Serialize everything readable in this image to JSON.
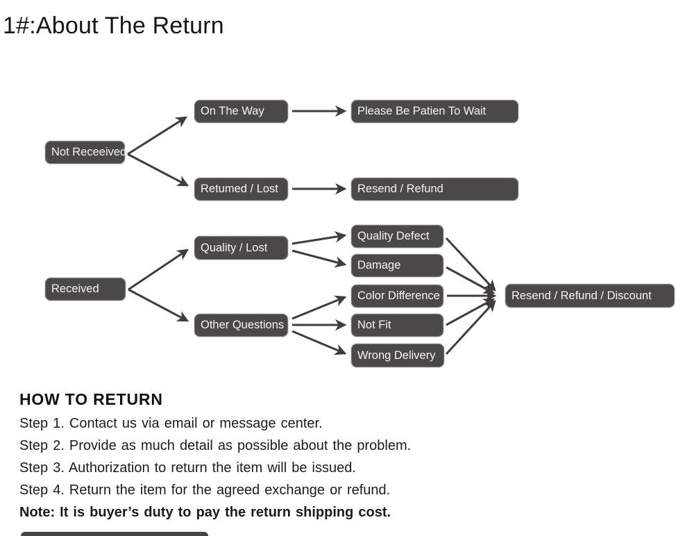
{
  "page": {
    "title": "1#:About The Return"
  },
  "flowchart": {
    "box_fill": "#4a4848",
    "box_border": "#7b7979",
    "box_text_color": "#f5f3f3",
    "arrow_color": "#3e3c3c",
    "nodes": {
      "not_received": {
        "label": "Not Receeived"
      },
      "on_the_way": {
        "label": "On The Way"
      },
      "please_wait": {
        "label": "Please Be Patien To Wait"
      },
      "returned_lost": {
        "label": "Retumed / Lost"
      },
      "resend_refund": {
        "label": "Resend / Refund"
      },
      "quality_lost": {
        "label": "Quality / Lost"
      },
      "received": {
        "label": "Received"
      },
      "other_questions": {
        "label": "Other Questions"
      },
      "quality_defect": {
        "label": "Quality Defect"
      },
      "damage": {
        "label": "Damage"
      },
      "color_difference": {
        "label": "Color Difference"
      },
      "not_fit": {
        "label": "Not Fit"
      },
      "wrong_delivery": {
        "label": "Wrong Delivery"
      },
      "resend_refund_discount": {
        "label": "Resend / Refund / Discount"
      }
    },
    "edges": [
      {
        "from": "not_received",
        "to": "on_the_way"
      },
      {
        "from": "not_received",
        "to": "returned_lost"
      },
      {
        "from": "on_the_way",
        "to": "please_wait"
      },
      {
        "from": "returned_lost",
        "to": "resend_refund"
      },
      {
        "from": "received",
        "to": "quality_lost"
      },
      {
        "from": "received",
        "to": "other_questions"
      },
      {
        "from": "quality_lost",
        "to": "quality_defect"
      },
      {
        "from": "quality_lost",
        "to": "damage"
      },
      {
        "from": "other_questions",
        "to": "color_difference"
      },
      {
        "from": "other_questions",
        "to": "not_fit"
      },
      {
        "from": "other_questions",
        "to": "wrong_delivery"
      },
      {
        "from": "quality_defect",
        "to": "resend_refund_discount"
      },
      {
        "from": "damage",
        "to": "resend_refund_discount"
      },
      {
        "from": "color_difference",
        "to": "resend_refund_discount"
      },
      {
        "from": "not_fit",
        "to": "resend_refund_discount"
      },
      {
        "from": "wrong_delivery",
        "to": "resend_refund_discount"
      }
    ]
  },
  "how_to_return": {
    "heading": "HOW TO RETURN",
    "steps": [
      "Step 1. Contact us via email or message center.",
      "Step 2. Provide as much detail as possible about the problem.",
      "Step 3. Authorization to return the item will be issued.",
      "Step 4. Return the item for the agreed exchange or refund."
    ],
    "note": "Note: It is buyer’s duty to pay the return shipping cost."
  }
}
